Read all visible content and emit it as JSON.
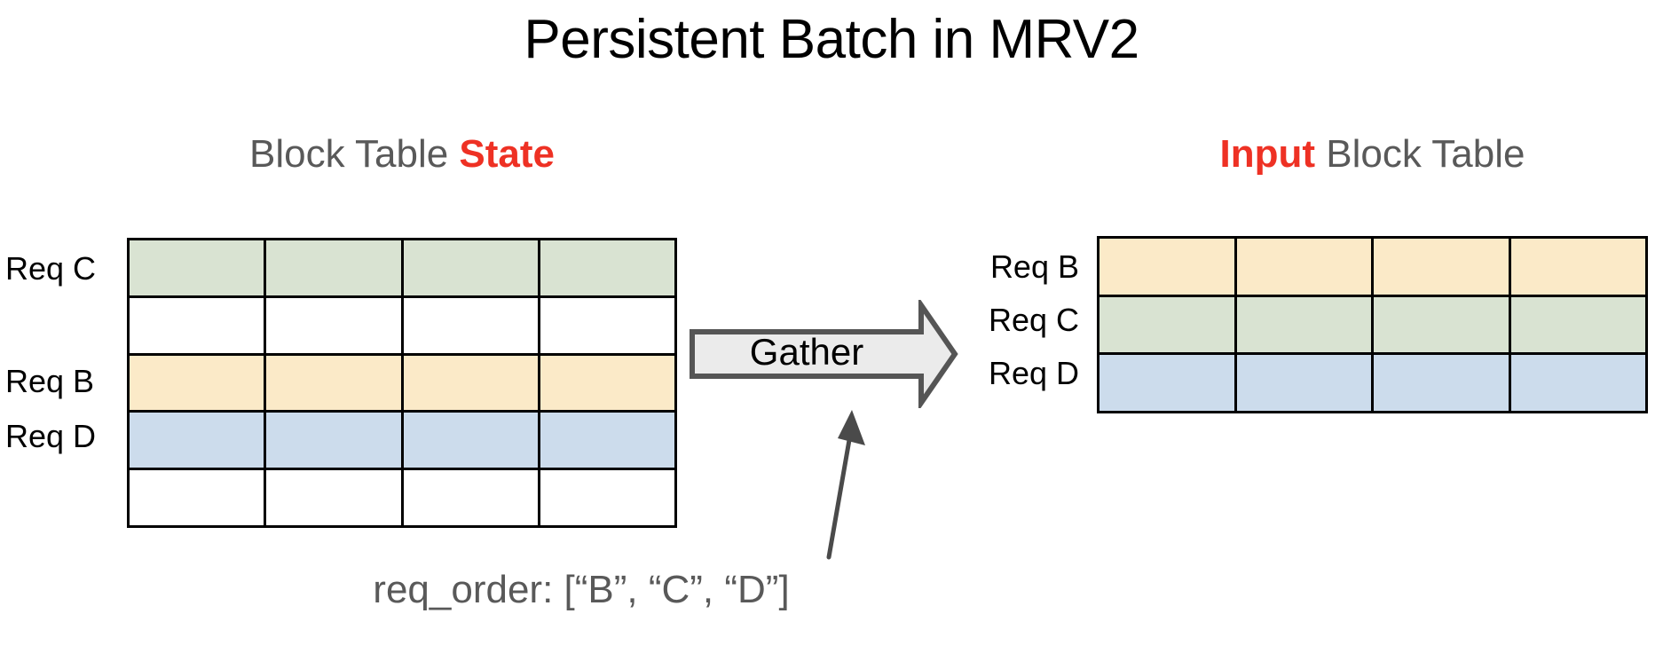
{
  "title": "Persistent Batch in MRV2",
  "colors": {
    "accent_red": "#ee3124",
    "heading_gray": "#595959",
    "green": "#d9e3d2",
    "yellow": "#fbeac8",
    "blue": "#ccdcec",
    "white": "#ffffff",
    "border": "#000000",
    "arrow_fill": "#ebebeb",
    "arrow_stroke": "#555555"
  },
  "state_panel": {
    "heading_plain": "Block Table ",
    "heading_accent": "State",
    "columns": 4,
    "rows": [
      {
        "label": "Req C",
        "fill": "green",
        "has_label": true
      },
      {
        "label": "",
        "fill": "white",
        "has_label": false
      },
      {
        "label": "Req B",
        "fill": "yellow",
        "has_label": true
      },
      {
        "label": "Req D",
        "fill": "blue",
        "has_label": true
      },
      {
        "label": "",
        "fill": "white",
        "has_label": false
      }
    ],
    "labels": [
      "Req C",
      "Req B",
      "Req D"
    ]
  },
  "input_panel": {
    "heading_accent": "Input",
    "heading_plain": " Block Table",
    "columns": 4,
    "rows": [
      {
        "label": "Req B",
        "fill": "yellow",
        "has_label": true
      },
      {
        "label": "Req C",
        "fill": "green",
        "has_label": true
      },
      {
        "label": "Req D",
        "fill": "blue",
        "has_label": true
      }
    ],
    "labels": [
      "Req B",
      "Req C",
      "Req D"
    ]
  },
  "gather": {
    "label": "Gather"
  },
  "caption": {
    "text": "req_order: [“B”, “C”, “D”]"
  }
}
